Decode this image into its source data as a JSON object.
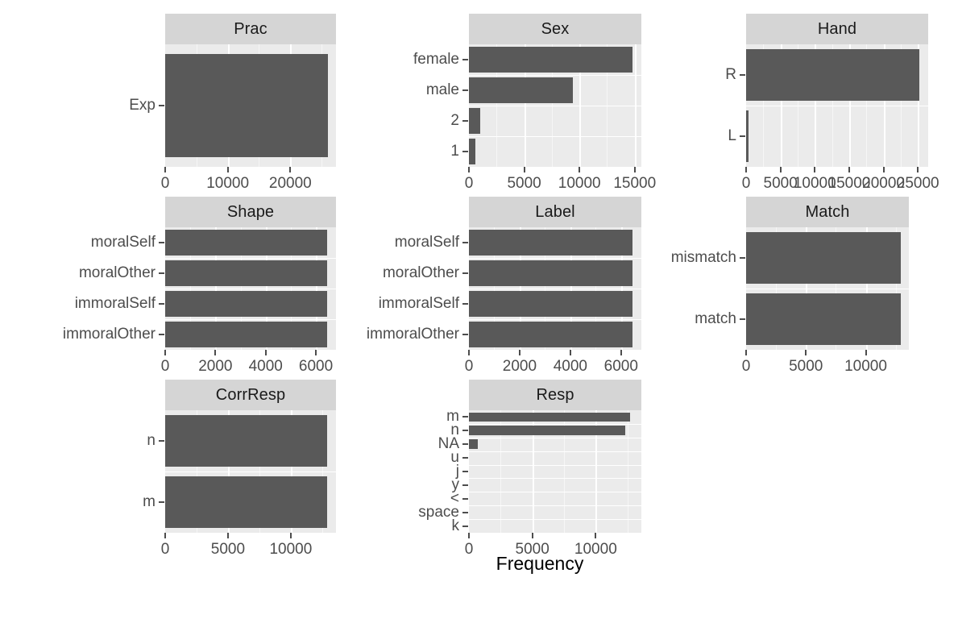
{
  "figure": {
    "xlabel": "Frequency",
    "bar_color": "#595959",
    "panel_color": "#ebebeb",
    "strip_color": "#d5d5d5",
    "grid_color": "#ffffff",
    "text_color": "#4d4d4d"
  },
  "chart_data": {
    "type": "bar",
    "orientation": "horizontal",
    "title": "",
    "xlabel": "Frequency",
    "ylabel": "",
    "grid": true,
    "legend": "none",
    "facets": [
      {
        "name": "Prac",
        "categories": [
          "Exp"
        ],
        "values": [
          26000
        ],
        "xlim": [
          0,
          27300
        ],
        "xticks": [
          0,
          10000,
          20000
        ],
        "xtick_labels": [
          "0",
          "10000",
          "20000"
        ]
      },
      {
        "name": "Sex",
        "categories": [
          "female",
          "male",
          "2",
          "1"
        ],
        "values": [
          14800,
          9400,
          1000,
          600
        ],
        "xlim": [
          0,
          15600
        ],
        "xticks": [
          0,
          5000,
          10000,
          15000
        ],
        "xtick_labels": [
          "0",
          "5000",
          "10000",
          "15000"
        ]
      },
      {
        "name": "Hand",
        "categories": [
          "R",
          "L"
        ],
        "values": [
          25200,
          400
        ],
        "xlim": [
          0,
          26500
        ],
        "xticks": [
          0,
          5000,
          10000,
          15000,
          20000,
          25000
        ],
        "xtick_labels": [
          "0",
          "5000",
          "10000",
          "15000",
          "20000",
          "25000"
        ]
      },
      {
        "name": "Shape",
        "categories": [
          "moralSelf",
          "moralOther",
          "immoralSelf",
          "immoralOther"
        ],
        "values": [
          6450,
          6450,
          6450,
          6450
        ],
        "xlim": [
          0,
          6800
        ],
        "xticks": [
          0,
          2000,
          4000,
          6000
        ],
        "xtick_labels": [
          "0",
          "2000",
          "4000",
          "6000"
        ]
      },
      {
        "name": "Label",
        "categories": [
          "moralSelf",
          "moralOther",
          "immoralSelf",
          "immoralOther"
        ],
        "values": [
          6450,
          6450,
          6450,
          6450
        ],
        "xlim": [
          0,
          6800
        ],
        "xticks": [
          0,
          2000,
          4000,
          6000
        ],
        "xtick_labels": [
          "0",
          "2000",
          "4000",
          "6000"
        ]
      },
      {
        "name": "Match",
        "categories": [
          "mismatch",
          "match"
        ],
        "values": [
          12900,
          12900
        ],
        "xlim": [
          0,
          13600
        ],
        "xticks": [
          0,
          5000,
          10000
        ],
        "xtick_labels": [
          "0",
          "5000",
          "10000"
        ]
      },
      {
        "name": "CorrResp",
        "categories": [
          "n",
          "m"
        ],
        "values": [
          12900,
          12900
        ],
        "xlim": [
          0,
          13600
        ],
        "xticks": [
          0,
          5000,
          10000
        ],
        "xtick_labels": [
          "0",
          "5000",
          "10000"
        ]
      },
      {
        "name": "Resp",
        "categories": [
          "m",
          "n",
          "NA",
          "u",
          "j",
          "y",
          "<",
          "space",
          "k"
        ],
        "values": [
          12700,
          12300,
          700,
          0,
          0,
          0,
          0,
          0,
          0
        ],
        "xlim": [
          0,
          13600
        ],
        "xticks": [
          0,
          5000,
          10000
        ],
        "xtick_labels": [
          "0",
          "5000",
          "10000"
        ]
      }
    ]
  }
}
